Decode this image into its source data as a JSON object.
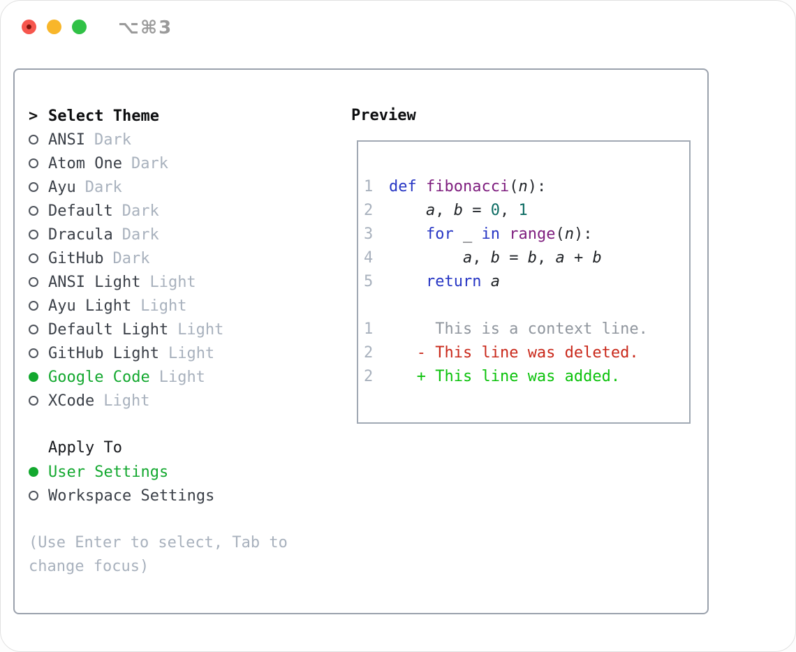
{
  "titlebar": {
    "title": "⌥⌘3"
  },
  "theme_panel": {
    "header_prefix": ">",
    "header_label": "Select Theme",
    "themes": [
      {
        "name": "ANSI",
        "variant": "Dark",
        "selected": false
      },
      {
        "name": "Atom One",
        "variant": "Dark",
        "selected": false
      },
      {
        "name": "Ayu",
        "variant": "Dark",
        "selected": false
      },
      {
        "name": "Default",
        "variant": "Dark",
        "selected": false
      },
      {
        "name": "Dracula",
        "variant": "Dark",
        "selected": false
      },
      {
        "name": "GitHub",
        "variant": "Dark",
        "selected": false
      },
      {
        "name": "ANSI Light",
        "variant": "Light",
        "selected": false
      },
      {
        "name": "Ayu Light",
        "variant": "Light",
        "selected": false
      },
      {
        "name": "Default Light",
        "variant": "Light",
        "selected": false
      },
      {
        "name": "GitHub Light",
        "variant": "Light",
        "selected": false
      },
      {
        "name": "Google Code",
        "variant": "Light",
        "selected": true
      },
      {
        "name": "XCode",
        "variant": "Light",
        "selected": false
      }
    ],
    "apply_to_label": "Apply To",
    "apply_options": [
      {
        "name": "User Settings",
        "selected": true
      },
      {
        "name": "Workspace Settings",
        "selected": false
      }
    ],
    "help_text": "(Use Enter to select, Tab to change focus)"
  },
  "preview": {
    "label": "Preview",
    "lines": [
      {
        "num": "1",
        "tokens": [
          {
            "t": "def",
            "c": "kw"
          },
          {
            "t": " "
          },
          {
            "t": "fibonacci",
            "c": "fn"
          },
          {
            "t": "("
          },
          {
            "t": "n",
            "c": "var"
          },
          {
            "t": "):"
          }
        ]
      },
      {
        "num": "2",
        "tokens": [
          {
            "t": "    "
          },
          {
            "t": "a",
            "c": "var"
          },
          {
            "t": ", "
          },
          {
            "t": "b",
            "c": "var"
          },
          {
            "t": " = "
          },
          {
            "t": "0",
            "c": "lit"
          },
          {
            "t": ", "
          },
          {
            "t": "1",
            "c": "lit"
          }
        ]
      },
      {
        "num": "3",
        "tokens": [
          {
            "t": "    "
          },
          {
            "t": "for",
            "c": "kw"
          },
          {
            "t": " _ "
          },
          {
            "t": "in",
            "c": "kw"
          },
          {
            "t": " "
          },
          {
            "t": "range",
            "c": "fn"
          },
          {
            "t": "("
          },
          {
            "t": "n",
            "c": "var"
          },
          {
            "t": "):"
          }
        ]
      },
      {
        "num": "4",
        "tokens": [
          {
            "t": "        "
          },
          {
            "t": "a",
            "c": "var"
          },
          {
            "t": ", "
          },
          {
            "t": "b",
            "c": "var"
          },
          {
            "t": " = "
          },
          {
            "t": "b",
            "c": "var"
          },
          {
            "t": ", "
          },
          {
            "t": "a",
            "c": "var"
          },
          {
            "t": " + "
          },
          {
            "t": "b",
            "c": "var"
          }
        ]
      },
      {
        "num": "5",
        "tokens": [
          {
            "t": "    "
          },
          {
            "t": "return",
            "c": "kw"
          },
          {
            "t": " "
          },
          {
            "t": "a",
            "c": "var"
          }
        ]
      },
      {
        "num": "",
        "tokens": []
      },
      {
        "num": "1",
        "tokens": [
          {
            "t": "     This is a context line.",
            "c": "ctx"
          }
        ]
      },
      {
        "num": "2",
        "tokens": [
          {
            "t": "   "
          },
          {
            "t": "- This line was deleted.",
            "c": "del"
          }
        ]
      },
      {
        "num": "2",
        "tokens": [
          {
            "t": "   "
          },
          {
            "t": "+ This line was added.",
            "c": "add"
          }
        ]
      }
    ]
  },
  "colors": {
    "selection_green": "#13a82f",
    "diff_added_green": "#0cc20c",
    "diff_deleted_red": "#c9281a",
    "keyword_blue": "#2736c4",
    "function_purple": "#7e1d7e",
    "literal_teal": "#0b6b62",
    "context_gray": "#8f959d",
    "muted_gray": "#a8b1bd",
    "panel_border_gray": "#9aa1ac",
    "traffic_red": "#f6564d",
    "traffic_yellow": "#f8b62a",
    "traffic_green": "#30c146"
  }
}
